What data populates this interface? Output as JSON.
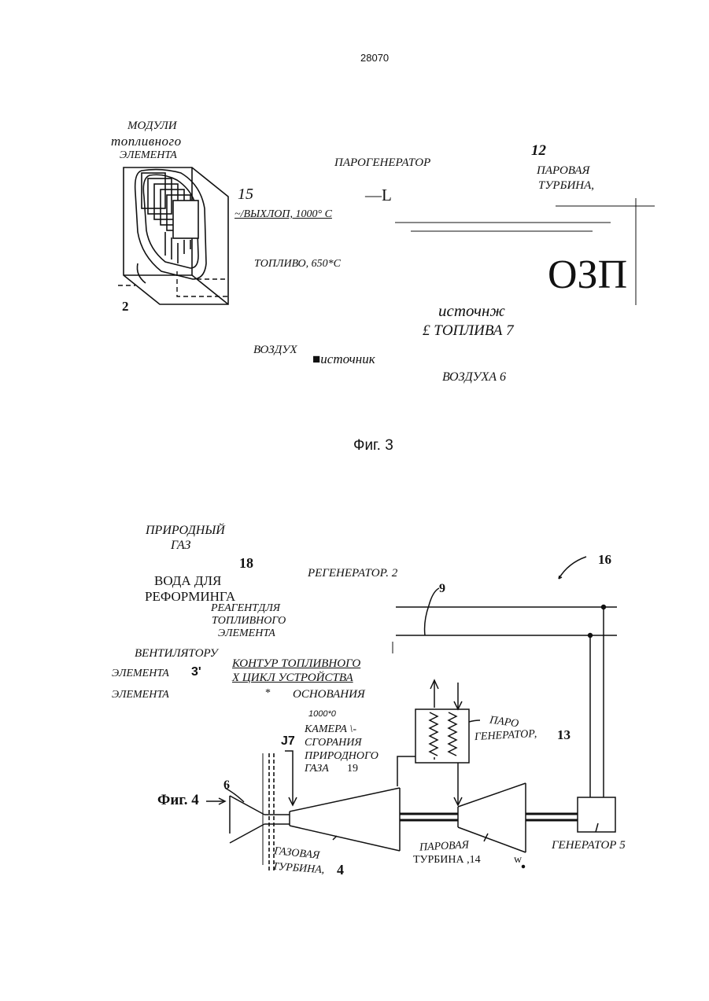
{
  "page": {
    "number": "28070"
  },
  "fig3": {
    "modules_l1": "МОДУЛИ",
    "modules_l2": "топливного",
    "modules_l3": "ЭЛЕМЕНТА",
    "num2": "2",
    "num15": "15",
    "exhaust": "~/ВЫХЛОП, 1000° С",
    "steam_gen": "ПАРОГЕНЕРАТОР",
    "dash_l": "—L",
    "num12": "12",
    "steam_turbine_l1": "ПАРОВАЯ",
    "steam_turbine_l2": "ТУРБИНА,",
    "fuel": "ТОПЛИВО, 650*С",
    "ozp": "ОЗП",
    "fuel_source_l1": "источнж",
    "fuel_source_l2": "£ ТОПЛИВА 7",
    "air": "ВОЗДУХ",
    "air_source_l1": "■источник",
    "air_source_l2": "ВОЗДУХА   6",
    "caption": "Фиг. 3"
  },
  "fig4": {
    "natural_gas_l1": "ПРИРОДНЫЙ",
    "natural_gas_l2": "ГАЗ",
    "num18": "18",
    "water_l1": "ВОДА ДЛЯ",
    "water_l2": "РЕФОРМИНГА",
    "regenerator": "РЕГЕНЕРАТОР. 2",
    "num16": "16",
    "num9": "9",
    "reagent_l1": "РЕАГЕНТДЛЯ",
    "reagent_l2": "ТОПЛИВНОГО",
    "reagent_l3": "ЭЛЕМЕНТА",
    "fan": "ВЕНТИЛЯТОРУ",
    "element1": "ЭЛЕМЕНТА",
    "num3": "3'",
    "element2": "ЭЛЕМЕНТА",
    "contour_l1": "КОНТУР ТОПЛИВНОГО",
    "contour_l2": "Х ЦИКЛ УСТРОЙСТВА",
    "asterisk": "*",
    "base": "ОСНОВАНИЯ",
    "temp": "1000*0",
    "chamber_l1": "КАМЕРА \\-",
    "chamber_l2": "СГОРАНИЯ",
    "chamber_l3": "ПРИРОДНОГО",
    "chamber_l4": "ГАЗА",
    "num19": "19",
    "j7": "J7",
    "steam_gen_l1": "ПАРО",
    "steam_gen_l2": "ГЕНЕРАТОР,",
    "num13": "13",
    "fig_label": "Фиг. 4",
    "num6": "6",
    "gas_turbine_l1": "ГАЗОВАЯ",
    "gas_turbine_l2": "ТУРБИНА,",
    "num4": "4",
    "steam_turbine_l1": "ПАРОВАЯ",
    "steam_turbine_l2": "ТУРБИНА ,14",
    "w": "w",
    "generator": "ГЕНЕРАТОР 5"
  }
}
